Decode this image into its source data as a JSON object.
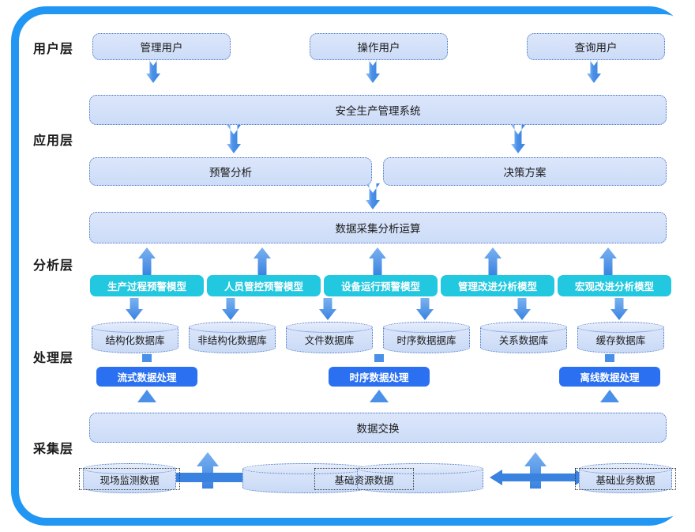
{
  "theme": {
    "frame_color": "#2196f3",
    "panel_color": "#ffffff",
    "pale_box_fill": "#d4e1f9",
    "pale_box_border": "#4472c4",
    "cyan_chip": "#22c8e0",
    "blue_chip": "#2a70f0",
    "arrow_color": "#4a90e8",
    "text_color": "#1a1a1a"
  },
  "layers": [
    {
      "id": "user",
      "label": "用户层"
    },
    {
      "id": "app",
      "label": "应用层"
    },
    {
      "id": "analysis",
      "label": "分析层"
    },
    {
      "id": "processing",
      "label": "处理层"
    },
    {
      "id": "collection",
      "label": "采集层"
    }
  ],
  "user_layer": {
    "boxes": [
      {
        "label": "管理用户"
      },
      {
        "label": "操作用户"
      },
      {
        "label": "查询用户"
      }
    ]
  },
  "app_layer": {
    "system": {
      "label": "安全生产管理系统"
    },
    "boxes": [
      {
        "label": "预警分析"
      },
      {
        "label": "决策方案"
      }
    ]
  },
  "analysis_layer": {
    "compute": {
      "label": "数据采集分析运算"
    },
    "models": [
      {
        "label": "生产过程预警模型"
      },
      {
        "label": "人员管控预警模型"
      },
      {
        "label": "设备运行预警模型"
      },
      {
        "label": "管理改进分析模型"
      },
      {
        "label": "宏观改进分析模型"
      }
    ]
  },
  "processing_layer": {
    "databases": [
      {
        "label": "结构化数据库"
      },
      {
        "label": "非结构化数据库"
      },
      {
        "label": "文件数据库"
      },
      {
        "label": "时序数据据库"
      },
      {
        "label": "关系数据库"
      },
      {
        "label": "缓存数据库"
      }
    ],
    "processors": [
      {
        "label": "流式数据处理"
      },
      {
        "label": "时序数据处理"
      },
      {
        "label": "离线数据处理"
      }
    ]
  },
  "collection_layer": {
    "exchange": {
      "label": "数据交换"
    },
    "sources": [
      {
        "label": "现场监测数据"
      },
      {
        "label": "基础资源数据"
      },
      {
        "label": "基础业务数据"
      }
    ]
  },
  "icons": {
    "arrow_up": "arrow-up-icon",
    "arrow_down": "arrow-down-icon",
    "arrow_bidirectional": "arrow-bidirectional-icon",
    "cylinder": "database-cylinder-icon"
  }
}
